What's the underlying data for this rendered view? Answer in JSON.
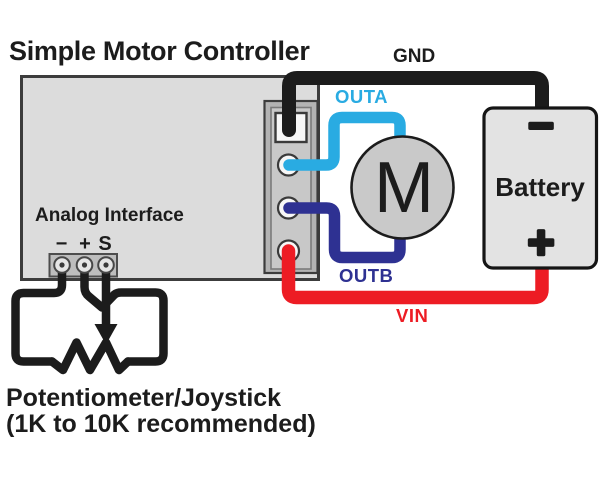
{
  "title": "Simple Motor Controller",
  "board": {
    "analog_interface_label": "Analog Interface",
    "pin_labels": [
      "−",
      "+",
      "S"
    ]
  },
  "wires": {
    "gnd": {
      "label": "GND",
      "color": "#1c1c1c"
    },
    "outa": {
      "label": "OUTA",
      "color": "#29abe2"
    },
    "outb": {
      "label": "OUTB",
      "color": "#2e3192"
    },
    "vin": {
      "label": "VIN",
      "color": "#ed1c24"
    }
  },
  "motor": {
    "label": "M"
  },
  "battery": {
    "label": "Battery",
    "negative_terminal": "−",
    "positive_terminal": "+"
  },
  "potentiometer": {
    "caption_line1": "Potentiometer/Joystick",
    "caption_line2": "(1K to 10K recommended)"
  },
  "palette": {
    "background": "#ffffff",
    "text": "#1c1c1c",
    "board_fill": "#dcdcdc",
    "board_border": "#3c3c3c",
    "connector_fill": "#b3b3b3",
    "connector_inner_fill": "#c8c8c8",
    "terminal_fill": "#f7f7f7",
    "terminal_border": "#3a3a3a",
    "motor_fill": "#c9c9c9",
    "battery_fill": "#e3e3e3",
    "battery_border": "#151515"
  }
}
